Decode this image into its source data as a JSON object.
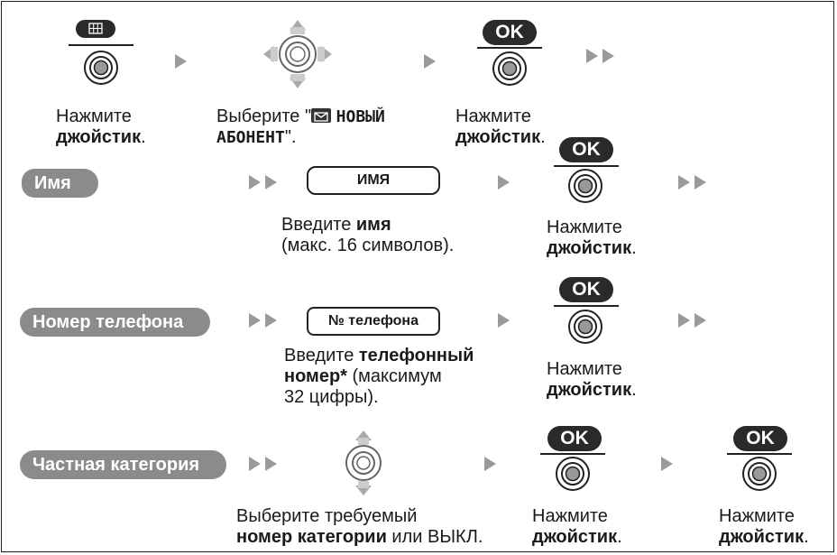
{
  "row1": {
    "step1": {
      "line1": "Нажмите",
      "line2": "джойстик",
      "tail": "."
    },
    "step2": {
      "prefix": "Выберите \"",
      "item1": "НОВЫЙ",
      "item2": "АБОНЕНТ",
      "suffix": "\"."
    },
    "step3": {
      "line1": "Нажмите",
      "line2": "джойстик",
      "tail": "."
    },
    "ok_label": "OK"
  },
  "row2": {
    "pill": "Имя",
    "lcd": "ИМЯ",
    "desc_prefix": "Введите ",
    "desc_bold": "имя",
    "desc_line2": "(макс. 16 символов).",
    "press_line1": "Нажмите",
    "press_line2": "джойстик",
    "press_tail": ".",
    "ok_label": "OK"
  },
  "row3": {
    "pill": "Номер телефона",
    "lcd": "№ телефона",
    "desc_prefix": "Введите ",
    "desc_bold1": "телефонный",
    "desc_bold2": "номер*",
    "desc_rest2": " (максимум",
    "desc_line3": "32 цифры).",
    "press_line1": "Нажмите",
    "press_line2": "джойстик",
    "press_tail": ".",
    "ok_label": "OK"
  },
  "row4": {
    "pill": "Частная категория",
    "desc_line1": "Выберите требуемый",
    "desc_bold": "номер категории",
    "desc_rest": " или ВЫКЛ.",
    "press1_line1": "Нажмите",
    "press1_line2": "джойстик",
    "press1_tail": ".",
    "press2_line1": "Нажмите",
    "press2_line2": "джойстик",
    "press2_tail": ".",
    "ok_label": "OK"
  },
  "icons": [
    "menu-key-icon",
    "joystick-press-icon",
    "joystick-4way-icon",
    "joystick-updown-icon",
    "ok-key-icon",
    "mail-icon",
    "step-arrow-icon",
    "double-arrow-icon"
  ]
}
